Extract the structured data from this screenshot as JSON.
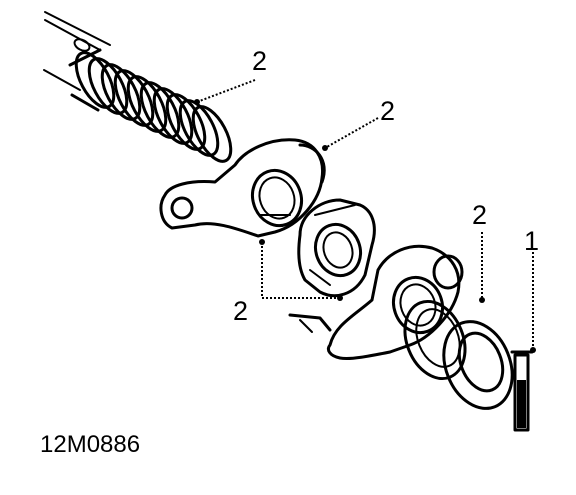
{
  "figure_id": "12M0886",
  "callouts": [
    "2",
    "2",
    "2",
    "2",
    "1"
  ],
  "parts": [
    "spring",
    "rocker-arm",
    "bracket",
    "rocker-arm",
    "washer",
    "circlip",
    "pin"
  ]
}
